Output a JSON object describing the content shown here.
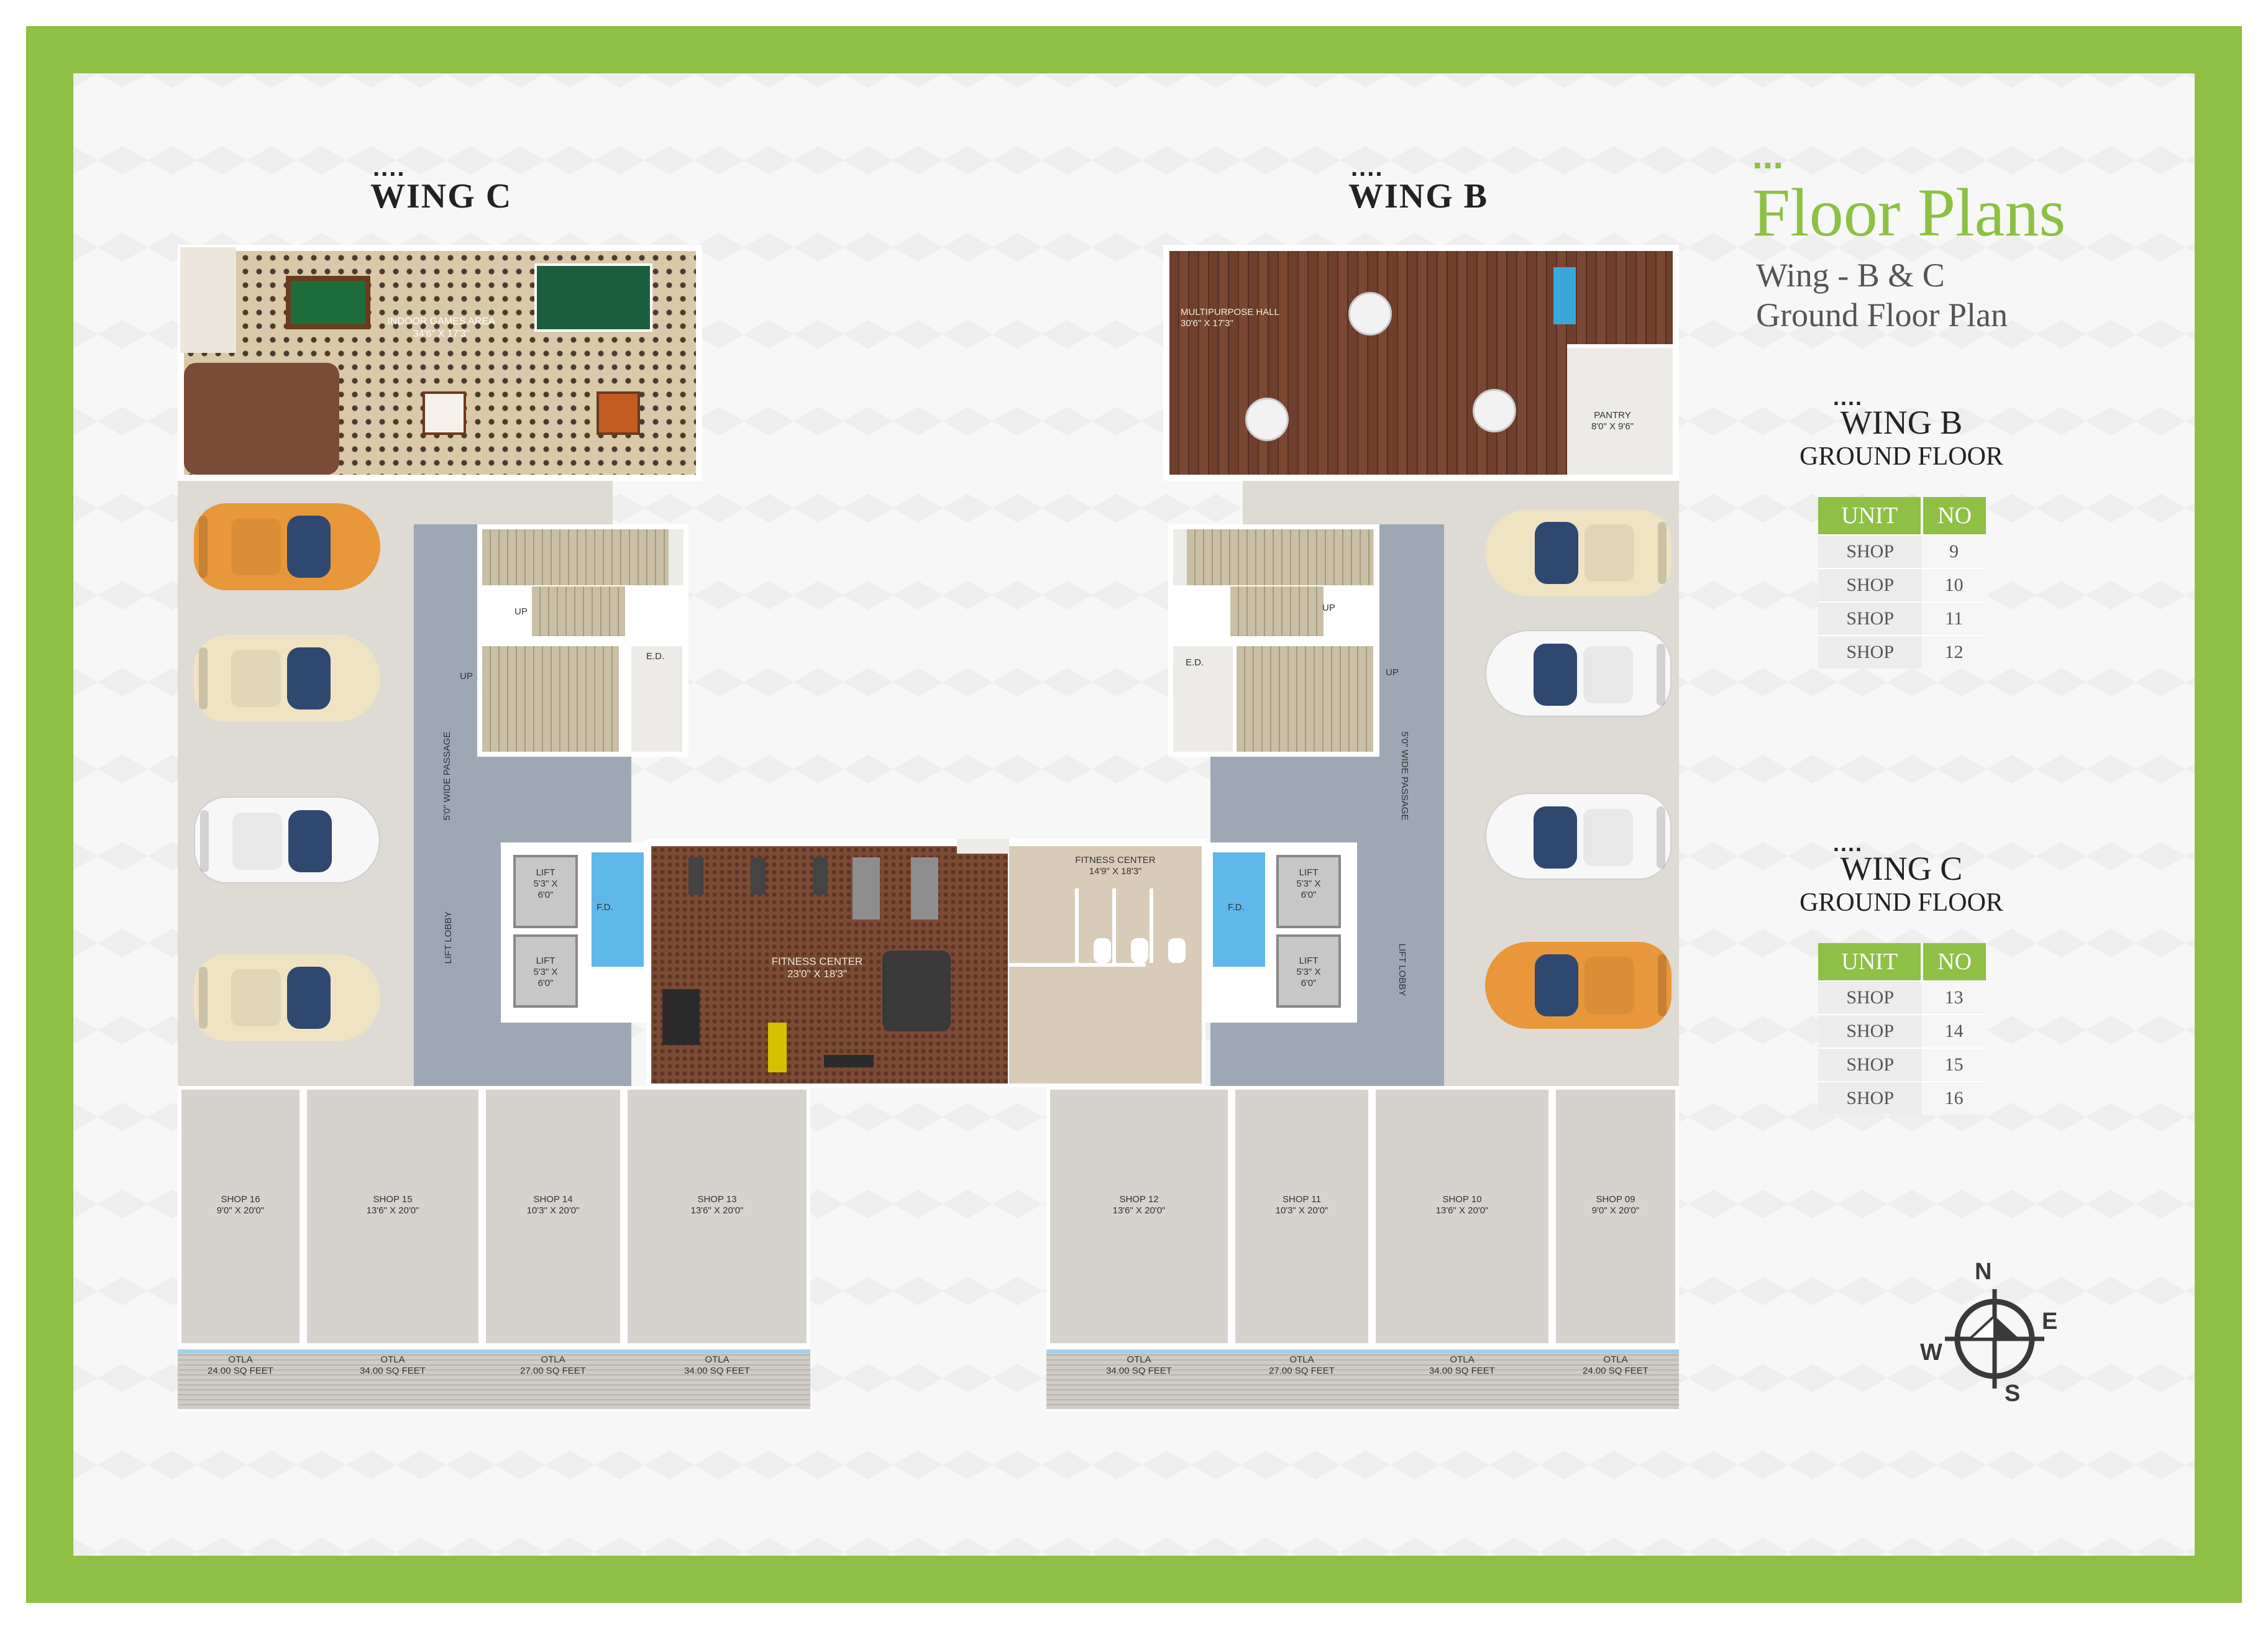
{
  "header": {
    "dots": "...",
    "title": "Floor Plans",
    "subtitle_line1": "Wing - B & C",
    "subtitle_line2": "Ground Floor Plan",
    "title_color": "#8dc044"
  },
  "wing_labels": {
    "dots": "....",
    "wing_c": "WING C",
    "wing_b": "WING B"
  },
  "rooms": {
    "games": "INDOOR GAMES AREA",
    "games_size": "34'6\" X 17'3\"",
    "multipurpose": "MULTIPURPOSE HALL",
    "multipurpose_size": "30'6\" X 17'3\"",
    "pantry": "PANTRY",
    "pantry_size": "8'0\" X 9'6\"",
    "fitness_main": "FITNESS CENTER",
    "fitness_main_size": "23'0\" X 18'3\"",
    "fitness_right": "FITNESS CENTER",
    "fitness_right_size": "14'9\" X 18'3\"",
    "lift": "LIFT",
    "lift_size_1": "5'3\" X",
    "lift_size_2": "6'0\"",
    "fd": "F.D.",
    "ed": "E.D.",
    "up": "UP",
    "passage": "5'0\" WIDE PASSAGE",
    "lift_lobby": "LIFT LOBBY"
  },
  "shops_left": [
    {
      "name": "SHOP 16",
      "size": "9'0\" X 20'0\""
    },
    {
      "name": "SHOP 15",
      "size": "13'6\" X 20'0\""
    },
    {
      "name": "SHOP 14",
      "size": "10'3\" X 20'0\""
    },
    {
      "name": "SHOP 13",
      "size": "13'6\" X 20'0\""
    }
  ],
  "shops_right": [
    {
      "name": "SHOP 12",
      "size": "13'6\" X 20'0\""
    },
    {
      "name": "SHOP 11",
      "size": "10'3\" X 20'0\""
    },
    {
      "name": "SHOP 10",
      "size": "13'6\" X 20'0\""
    },
    {
      "name": "SHOP 09",
      "size": "9'0\" X 20'0\""
    }
  ],
  "otla_left": [
    {
      "name": "OTLA",
      "area": "24.00 SQ FEET"
    },
    {
      "name": "OTLA",
      "area": "34.00 SQ FEET"
    },
    {
      "name": "OTLA",
      "area": "27.00 SQ FEET"
    },
    {
      "name": "OTLA",
      "area": "34.00 SQ FEET"
    }
  ],
  "otla_right": [
    {
      "name": "OTLA",
      "area": "34.00 SQ FEET"
    },
    {
      "name": "OTLA",
      "area": "27.00 SQ FEET"
    },
    {
      "name": "OTLA",
      "area": "34.00 SQ FEET"
    },
    {
      "name": "OTLA",
      "area": "24.00 SQ FEET"
    }
  ],
  "cars": {
    "left_colors": [
      "#e8973a",
      "#efe3c2",
      "#f7f7f7",
      "#efe3c2"
    ],
    "right_colors": [
      "#efe3c2",
      "#f7f7f7",
      "#f7f7f7",
      "#e8973a"
    ]
  },
  "wing_b_table": {
    "dots": "....",
    "title": "WING B",
    "subtitle": "GROUND FLOOR",
    "col_unit": "UNIT",
    "col_no": "NO",
    "rows": [
      {
        "unit": "SHOP",
        "no": "9"
      },
      {
        "unit": "SHOP",
        "no": "10"
      },
      {
        "unit": "SHOP",
        "no": "11"
      },
      {
        "unit": "SHOP",
        "no": "12"
      }
    ]
  },
  "wing_c_table": {
    "dots": "....",
    "title": "WING C",
    "subtitle": "GROUND FLOOR",
    "col_unit": "UNIT",
    "col_no": "NO",
    "rows": [
      {
        "unit": "SHOP",
        "no": "13"
      },
      {
        "unit": "SHOP",
        "no": "14"
      },
      {
        "unit": "SHOP",
        "no": "15"
      },
      {
        "unit": "SHOP",
        "no": "16"
      }
    ]
  },
  "compass": {
    "n": "N",
    "e": "E",
    "s": "S",
    "w": "W"
  },
  "colors": {
    "frame_green": "#8dc044",
    "lift_blue": "#5fb7ea",
    "passage_grey": "#9ea8b5"
  }
}
